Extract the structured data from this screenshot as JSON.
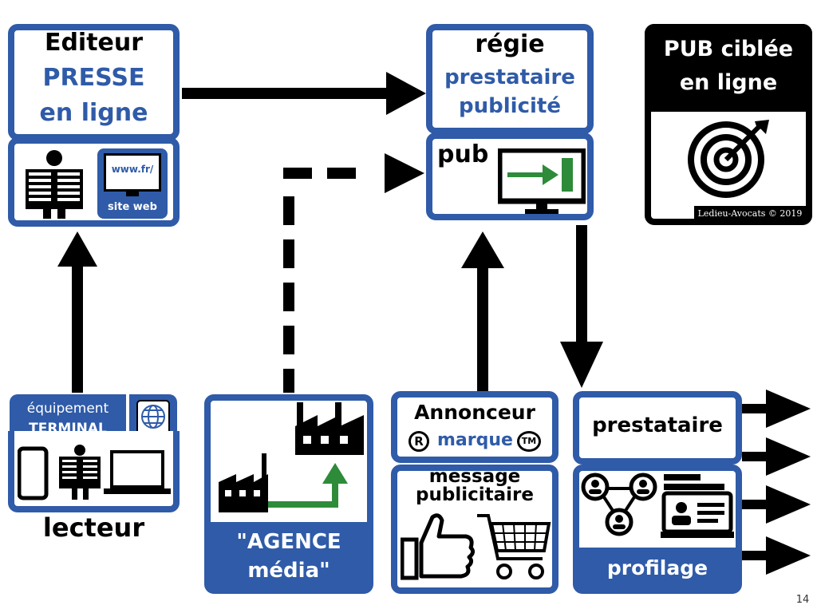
{
  "editeur": {
    "line1": "Editeur",
    "line2": "PRESSE",
    "line3": "en ligne",
    "url": "www.fr/",
    "site": "site web"
  },
  "regie": {
    "line1": "régie",
    "line2": "prestataire",
    "line3": "publicité",
    "pub": "pub"
  },
  "pub_ciblee": {
    "line1": "PUB ciblée",
    "line2": "en ligne",
    "credit": "Ledieu-Avocats © 2019"
  },
  "lecteur": {
    "equip1": "équipement",
    "equip2": "TERMINAL",
    "label": "lecteur"
  },
  "agence": {
    "line1": "\"AGENCE",
    "line2": "média\""
  },
  "annonceur": {
    "title": "Annonceur",
    "marque": "marque",
    "msg1": "message",
    "msg2": "publicitaire"
  },
  "prestataire": {
    "title": "prestataire",
    "profilage": "profilage"
  },
  "page_number": "14",
  "colors": {
    "blue": "#2f5ba8",
    "green": "#2e8b3a",
    "black": "#000000"
  }
}
